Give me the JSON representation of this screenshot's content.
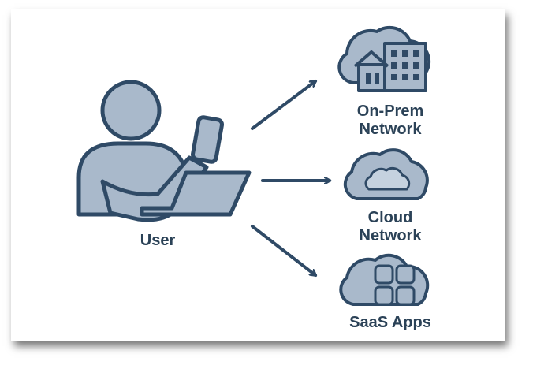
{
  "user": {
    "label": "User"
  },
  "targets": [
    {
      "id": "on-prem",
      "line1": "On-Prem",
      "line2": "Network"
    },
    {
      "id": "cloud",
      "line1": "Cloud",
      "line2": "Network"
    },
    {
      "id": "saas",
      "line1": "SaaS Apps",
      "line2": ""
    }
  ],
  "colors": {
    "stroke": "#2f4a66",
    "fill": "#a9b9cb",
    "text": "#2b4257"
  }
}
